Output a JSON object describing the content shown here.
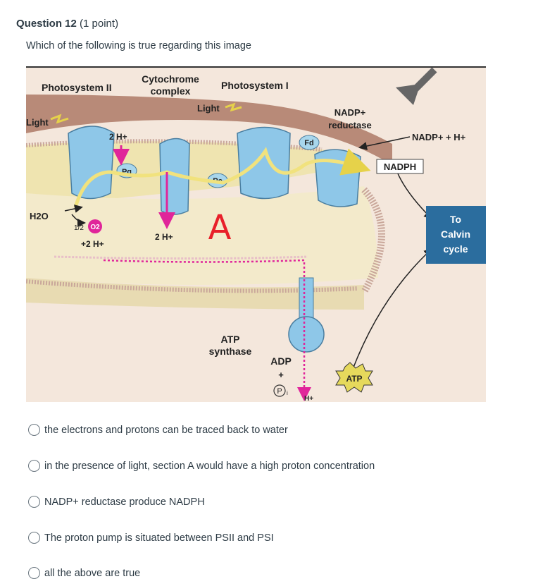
{
  "question": {
    "number_label": "Question 12",
    "points_label": "(1 point)",
    "prompt": "Which of the following is true regarding this image"
  },
  "figure": {
    "labels": {
      "ps2": "Photosystem II",
      "cyt1": "Cytochrome",
      "cyt2": "complex",
      "ps1": "Photosystem I",
      "light_left": "Light",
      "light_mid": "Light",
      "nadp_red1": "NADP+",
      "nadp_red2": "reductase",
      "nadp_h": "NADP+ + H+",
      "nadph": "NADPH",
      "fd": "Fd",
      "pq": "Pq",
      "pc": "Pc",
      "h_top": "2 H+",
      "h_lumen": "2 H+",
      "h2o": "H2O",
      "half": "1/2",
      "o2": "O2",
      "h_water": "+2 H+",
      "hand_a": "A",
      "calvin1": "To",
      "calvin2": "Calvin",
      "calvin3": "cycle",
      "atp_syn1": "ATP",
      "atp_syn2": "synthase",
      "adp": "ADP",
      "plus": "+",
      "pi": "P",
      "pi_sub": "i",
      "h_bottom": "H+",
      "atp": "ATP"
    },
    "colors": {
      "background": "#f4e7dc",
      "stroma_top": "#b88a78",
      "membrane": "#f4ecc0",
      "protein": "#8ec7e8",
      "arrow_yellow": "#f1e27d",
      "arrow_magenta": "#e0259a",
      "calvin_box": "#2b6d9e",
      "hand_red": "#e8202a"
    }
  },
  "answers": [
    "the electrons and protons can be traced back to water",
    "in the presence of light, section A would have a high proton concentration",
    "NADP+ reductase produce NADPH",
    "The proton pump is situated between PSII and PSI",
    "all the above are true"
  ]
}
